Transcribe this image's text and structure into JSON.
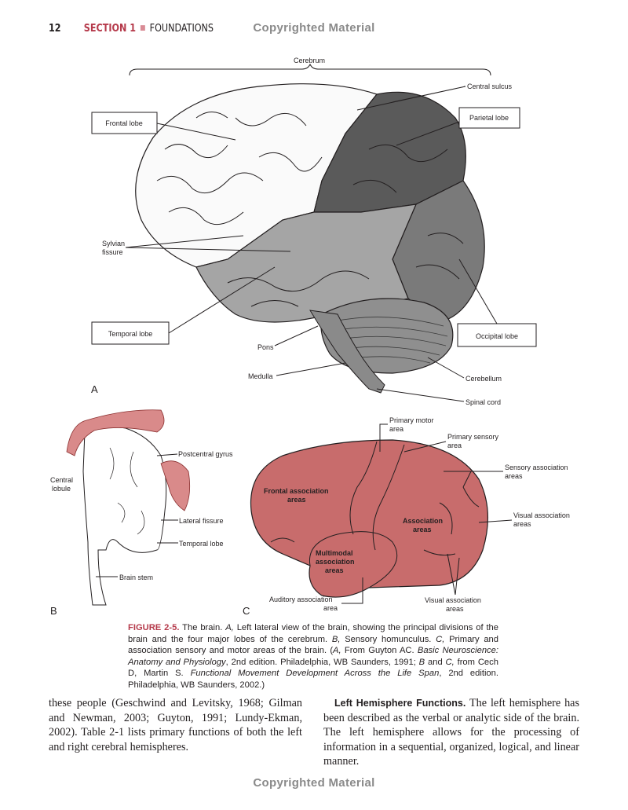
{
  "header": {
    "page_number": "12",
    "section": "SECTION 1",
    "separator": "■",
    "section_title": "FOUNDATIONS"
  },
  "watermark": "Copyrighted Material",
  "figure_a": {
    "panel": "A",
    "labels": {
      "cerebrum": "Cerebrum",
      "central_sulcus": "Central sulcus",
      "frontal_lobe": "Frontal lobe",
      "parietal_lobe": "Parietal lobe",
      "sylvian_1": "Sylvian",
      "sylvian_2": "fissure",
      "temporal_lobe": "Temporal lobe",
      "occipital_lobe": "Occipital lobe",
      "pons": "Pons",
      "medulla": "Medulla",
      "cerebellum": "Cerebellum",
      "spinal_cord": "Spinal cord"
    }
  },
  "figure_b": {
    "panel": "B",
    "labels": {
      "postcentral_gyrus": "Postcentral gyrus",
      "central_1": "Central",
      "central_2": "lobule",
      "lateral_fissure": "Lateral fissure",
      "temporal_lobe": "Temporal lobe",
      "brain_stem": "Brain stem"
    }
  },
  "figure_c": {
    "panel": "C",
    "labels": {
      "primary_motor_1": "Primary motor",
      "primary_motor_2": "area",
      "primary_sensory_1": "Primary sensory",
      "primary_sensory_2": "area",
      "sensory_assoc_1": "Sensory association",
      "sensory_assoc_2": "areas",
      "frontal_assoc_1": "Frontal association",
      "frontal_assoc_2": "areas",
      "visual_assoc_r1": "Visual association",
      "visual_assoc_r2": "areas",
      "assoc_1": "Association",
      "assoc_2": "areas",
      "multimodal_1": "Multimodal",
      "multimodal_2": "association",
      "multimodal_3": "areas",
      "auditory_1": "Auditory association",
      "auditory_2": "area",
      "visual_assoc_b1": "Visual association",
      "visual_assoc_b2": "areas"
    },
    "fill_color": "#c86c6c"
  },
  "caption": {
    "figure_label": "FIGURE 2-5.",
    "text_html": " The brain. <i>A,</i> Left lateral view of the brain, showing the principal divisions of the brain and the four major lobes of the cerebrum. <i>B,</i> Sensory homunculus. <i>C,</i> Primary and association sensory and motor areas of the brain. (<i>A,</i> From Guyton AC. <i>Basic Neuroscience: Anatomy and Physiology</i>, 2nd edition. Philadelphia, WB Saunders, 1991; <i>B</i> and <i>C,</i> from Cech D, Martin S. <i>Functional Movement Development Across the Life Span</i>, 2nd edition. Philadelphia, WB Saunders, 2002.)"
  },
  "body": {
    "col1": "these people (Geschwind and Levitsky, 1968; Gilman and Newman, 2003; Guyton, 1991; Lundy-Ekman, 2002). Table 2-1 lists primary functions of both the left and right cerebral hemispheres.",
    "col2_heading": "Left Hemisphere Functions.",
    "col2": " The left hemisphere has been described as the verbal or analytic side of the brain. The left hemisphere allows for the processing of information in a sequential, organized, logical, and linear manner."
  }
}
